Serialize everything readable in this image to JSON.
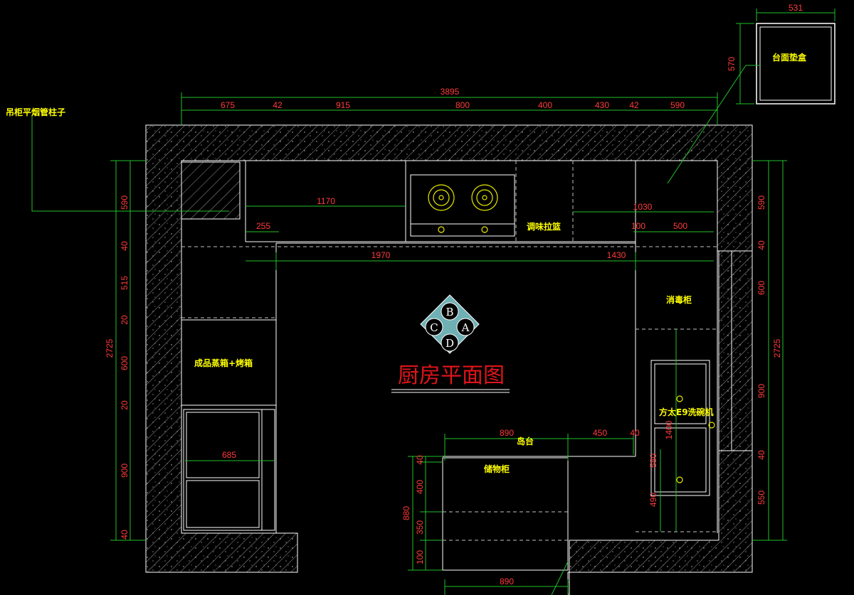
{
  "title": "厨房平面图",
  "labels": {
    "hanging_cabinet_pipe": "吊柜平烟管柱子",
    "countertop_socket": "台面垫盒",
    "seasoning_basket": "调味拉篮",
    "disinfection_cabinet": "消毒柜",
    "steam_oven": "成品蒸箱+烤箱",
    "dishwasher": "方太E9洗碗机",
    "island": "岛台",
    "storage_cabinet": "储物柜"
  },
  "compass": {
    "top": "B",
    "left": "C",
    "right": "A",
    "bottom": "D"
  },
  "dims": {
    "total_top": "3895",
    "top_segments": [
      "675",
      "42",
      "915",
      "800",
      "400",
      "430",
      "42",
      "590"
    ],
    "box_width": "531",
    "box_height": "570",
    "d1170": "1170",
    "d255": "255",
    "d1030": "1030",
    "d100": "100",
    "d500": "500",
    "d1970": "1970",
    "d1430": "1430",
    "d685": "685",
    "left_total": "2725",
    "left_segments": [
      "590",
      "40",
      "515",
      "20",
      "600",
      "20",
      "900",
      "40"
    ],
    "right_total": "2725",
    "right_segments": [
      "590",
      "40",
      "600",
      "900",
      "40",
      "550"
    ],
    "d890_top": "890",
    "d450": "450",
    "d40_island": "40",
    "d1400": "1400",
    "d580": "580",
    "d490": "490",
    "island_left_total": "880",
    "island_left_segments": [
      "40",
      "400",
      "350",
      "100"
    ],
    "d890_bottom": "890"
  }
}
